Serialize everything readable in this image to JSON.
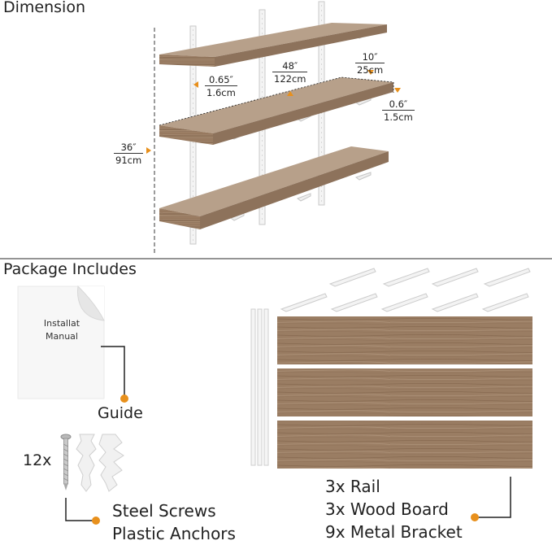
{
  "dimension": {
    "title": "Dimension",
    "labels": [
      {
        "id": "thickness",
        "top": "0.65″",
        "bottom": "1.6cm"
      },
      {
        "id": "length",
        "top": "48″",
        "bottom": "122cm"
      },
      {
        "id": "depth",
        "top": "10″",
        "bottom": "25cm"
      },
      {
        "id": "board",
        "top": "0.6″",
        "bottom": "1.5cm"
      },
      {
        "id": "height",
        "top": "36″",
        "bottom": "91cm"
      }
    ]
  },
  "package": {
    "title": "Package Includes",
    "manual_text": "Installation Manual",
    "manual_line1": "Installat",
    "manual_line2": "Manual",
    "guide": "Guide",
    "quantity": "12x",
    "hardware": [
      "Steel Screws",
      "Plastic Anchors"
    ],
    "contents": [
      "3x Rail",
      "3x Wood Board",
      "9x Metal Bracket"
    ]
  },
  "colors": {
    "accent": "#e8901c",
    "wood": "#9c8068",
    "divider": "#555555"
  }
}
